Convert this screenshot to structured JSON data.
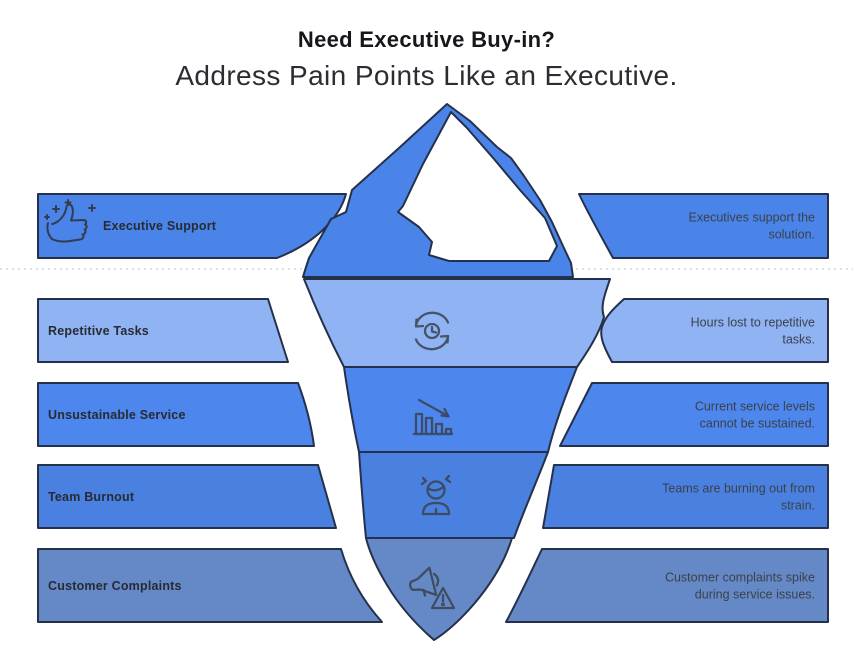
{
  "header": {
    "title": "Need Executive Buy-in?",
    "subtitle": "Address Pain Points Like an Executive."
  },
  "rows": [
    {
      "label": "Executive Support",
      "description": "Executives support the solution.",
      "icon": "thumbs-up-sparkles-icon",
      "band_color": "#4a84e8"
    },
    {
      "label": "Repetitive Tasks",
      "description": "Hours lost to repetitive tasks.",
      "icon": "refresh-clock-icon",
      "band_color": "#90b3f4"
    },
    {
      "label": "Unsustainable Service",
      "description": "Current service levels cannot be sustained.",
      "icon": "declining-bar-chart-icon",
      "band_color": "#4d86ec"
    },
    {
      "label": "Team Burnout",
      "description": "Teams are burning out from strain.",
      "icon": "stressed-person-icon",
      "band_color": "#4a80e0"
    },
    {
      "label": "Customer Complaints",
      "description": "Customer complaints spike during service issues.",
      "icon": "megaphone-alert-icon",
      "band_color": "#6489c6"
    }
  ],
  "colors": {
    "band_medium_blue": "#4a84e8",
    "band_light_blue": "#90b3f4",
    "band_mid_blue": "#4d86ec",
    "band_deep_blue": "#4a80e0",
    "band_muted_slate": "#6489c6",
    "outline_navy": "#25304b",
    "iceberg_facet_white": "#ffffff",
    "waterline_gray": "#d2d6dc",
    "title_text": "#15171a",
    "label_text": "#272b33",
    "description_text": "#3b414b",
    "icon_stroke": "#3a4350"
  }
}
